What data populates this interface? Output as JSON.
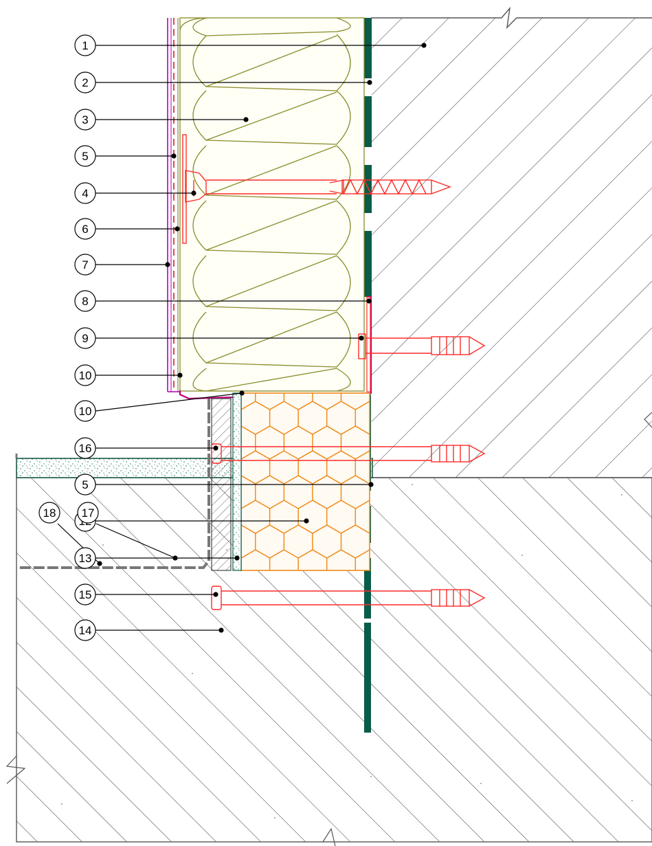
{
  "callouts": [
    {
      "id": "c-1",
      "label": "1"
    },
    {
      "id": "c-2",
      "label": "2"
    },
    {
      "id": "c-3",
      "label": "3"
    },
    {
      "id": "c-5a",
      "label": "5"
    },
    {
      "id": "c-4",
      "label": "4"
    },
    {
      "id": "c-6",
      "label": "6"
    },
    {
      "id": "c-7",
      "label": "7"
    },
    {
      "id": "c-8",
      "label": "8"
    },
    {
      "id": "c-9",
      "label": "9"
    },
    {
      "id": "c-10a",
      "label": "10"
    },
    {
      "id": "c-10b",
      "label": "10"
    },
    {
      "id": "c-16",
      "label": "16"
    },
    {
      "id": "c-5b",
      "label": "5"
    },
    {
      "id": "c-12",
      "label": "12"
    },
    {
      "id": "c-13",
      "label": "13"
    },
    {
      "id": "c-15",
      "label": "15"
    },
    {
      "id": "c-14",
      "label": "14"
    },
    {
      "id": "c-18",
      "label": "18"
    },
    {
      "id": "c-17",
      "label": "17"
    }
  ],
  "colors": {
    "mineral_wool": "#8a8a2a",
    "mineral_wool_fill": "#fffff6",
    "xps_insulation": "#f08a1a",
    "xps_fill": "#fffaf2",
    "adhesive": "#0a5c4a",
    "anchors": "#ff2a2a",
    "render_outer": "#b000b0",
    "reinforcement": "#c81e1e",
    "gravel_bed": "#1a7a5a",
    "concrete_hatch": "#555555"
  }
}
